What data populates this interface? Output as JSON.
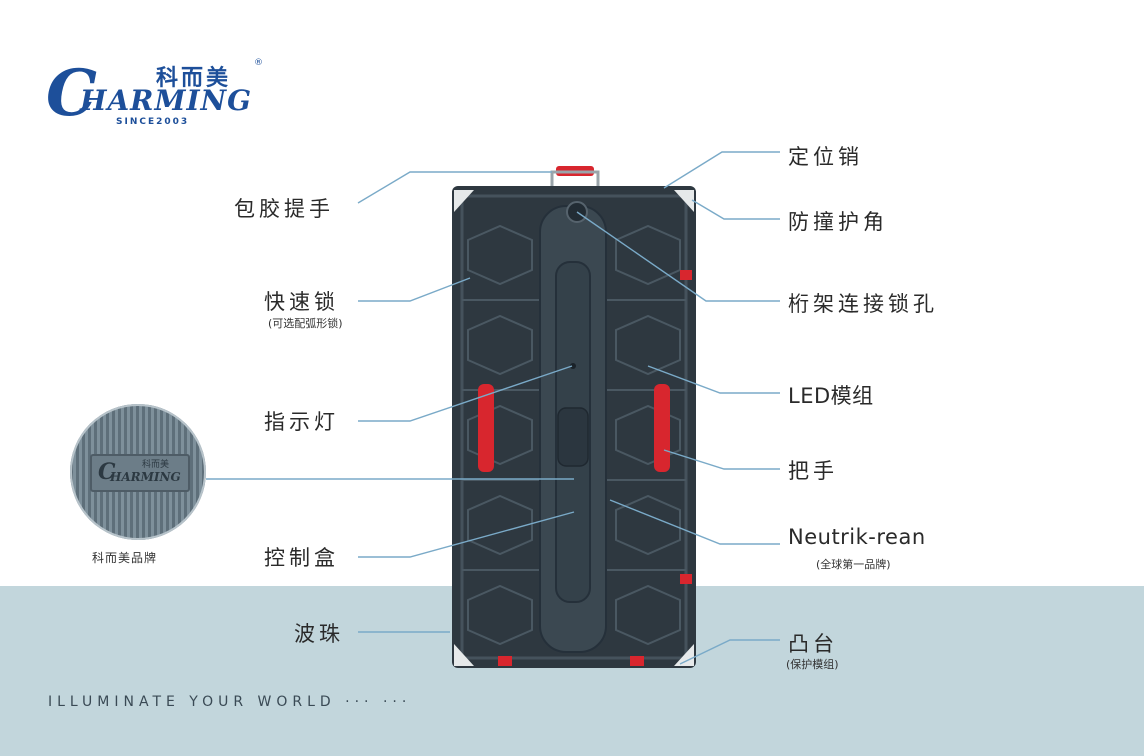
{
  "brand": {
    "cn": "科而美",
    "registered": "®",
    "initial": "C",
    "word": "HARMING",
    "since": "SINCE2003"
  },
  "labels": {
    "grip_handle": "包胶提手",
    "quick_lock": "快速锁",
    "quick_lock_note": "(可选配弧形锁)",
    "indicator": "指示灯",
    "control_box": "控制盒",
    "beads": "波珠",
    "locating_pin": "定位销",
    "corner_guard": "防撞护角",
    "truss_hole": "桁架连接锁孔",
    "led_module": "LED模组",
    "handle": "把手",
    "neutrik": "Neutrik-rean",
    "neutrik_note": "(全球第一品牌)",
    "boss": "凸台",
    "boss_note": "(保护模组)"
  },
  "zoom": {
    "caption": "科而美品牌",
    "plate_initial": "C",
    "plate_word": "HARMING",
    "plate_cn": "科而美"
  },
  "tagline": "ILLUMINATE YOUR WORLD  ··· ···",
  "colors": {
    "brand_blue": "#1d4f9a",
    "leader_line": "#7aaac8",
    "band": "#c2d6dc",
    "panel": "#2e3840",
    "handle_red": "#d8262e"
  }
}
